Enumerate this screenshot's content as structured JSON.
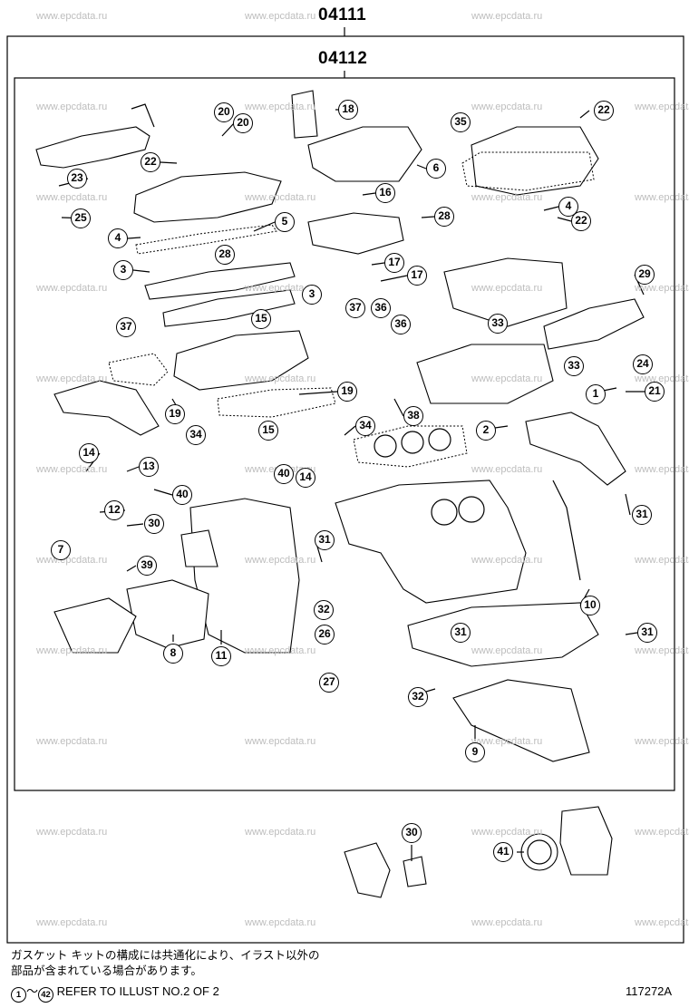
{
  "diagram": {
    "watermark_text": "www.epcdata.ru",
    "group_outer_code": "04111",
    "group_inner_code": "04112",
    "note_line_1": "ガスケット キットの構成には共通化により、イラスト以外の",
    "note_line_2": "部品が含まれている場合があります。",
    "ref_start": "1",
    "ref_tilde": "～",
    "ref_end": "42",
    "ref_text": "REFER TO ILLUST NO.2 OF 2",
    "illustration_code": "117272A",
    "callouts": [
      "18",
      "20",
      "20",
      "22",
      "35",
      "22",
      "23",
      "25",
      "22",
      "6",
      "16",
      "4",
      "5",
      "3",
      "28",
      "4",
      "28",
      "3",
      "17",
      "17",
      "29",
      "37",
      "36",
      "36",
      "37",
      "15",
      "33",
      "33",
      "24",
      "19",
      "1",
      "21",
      "19",
      "34",
      "38",
      "34",
      "2",
      "15",
      "40",
      "14",
      "14",
      "13",
      "40",
      "12",
      "31",
      "30",
      "7",
      "31",
      "10",
      "39",
      "32",
      "31",
      "26",
      "31",
      "8",
      "11",
      "27",
      "32",
      "9",
      "30",
      "41",
      "42"
    ]
  }
}
